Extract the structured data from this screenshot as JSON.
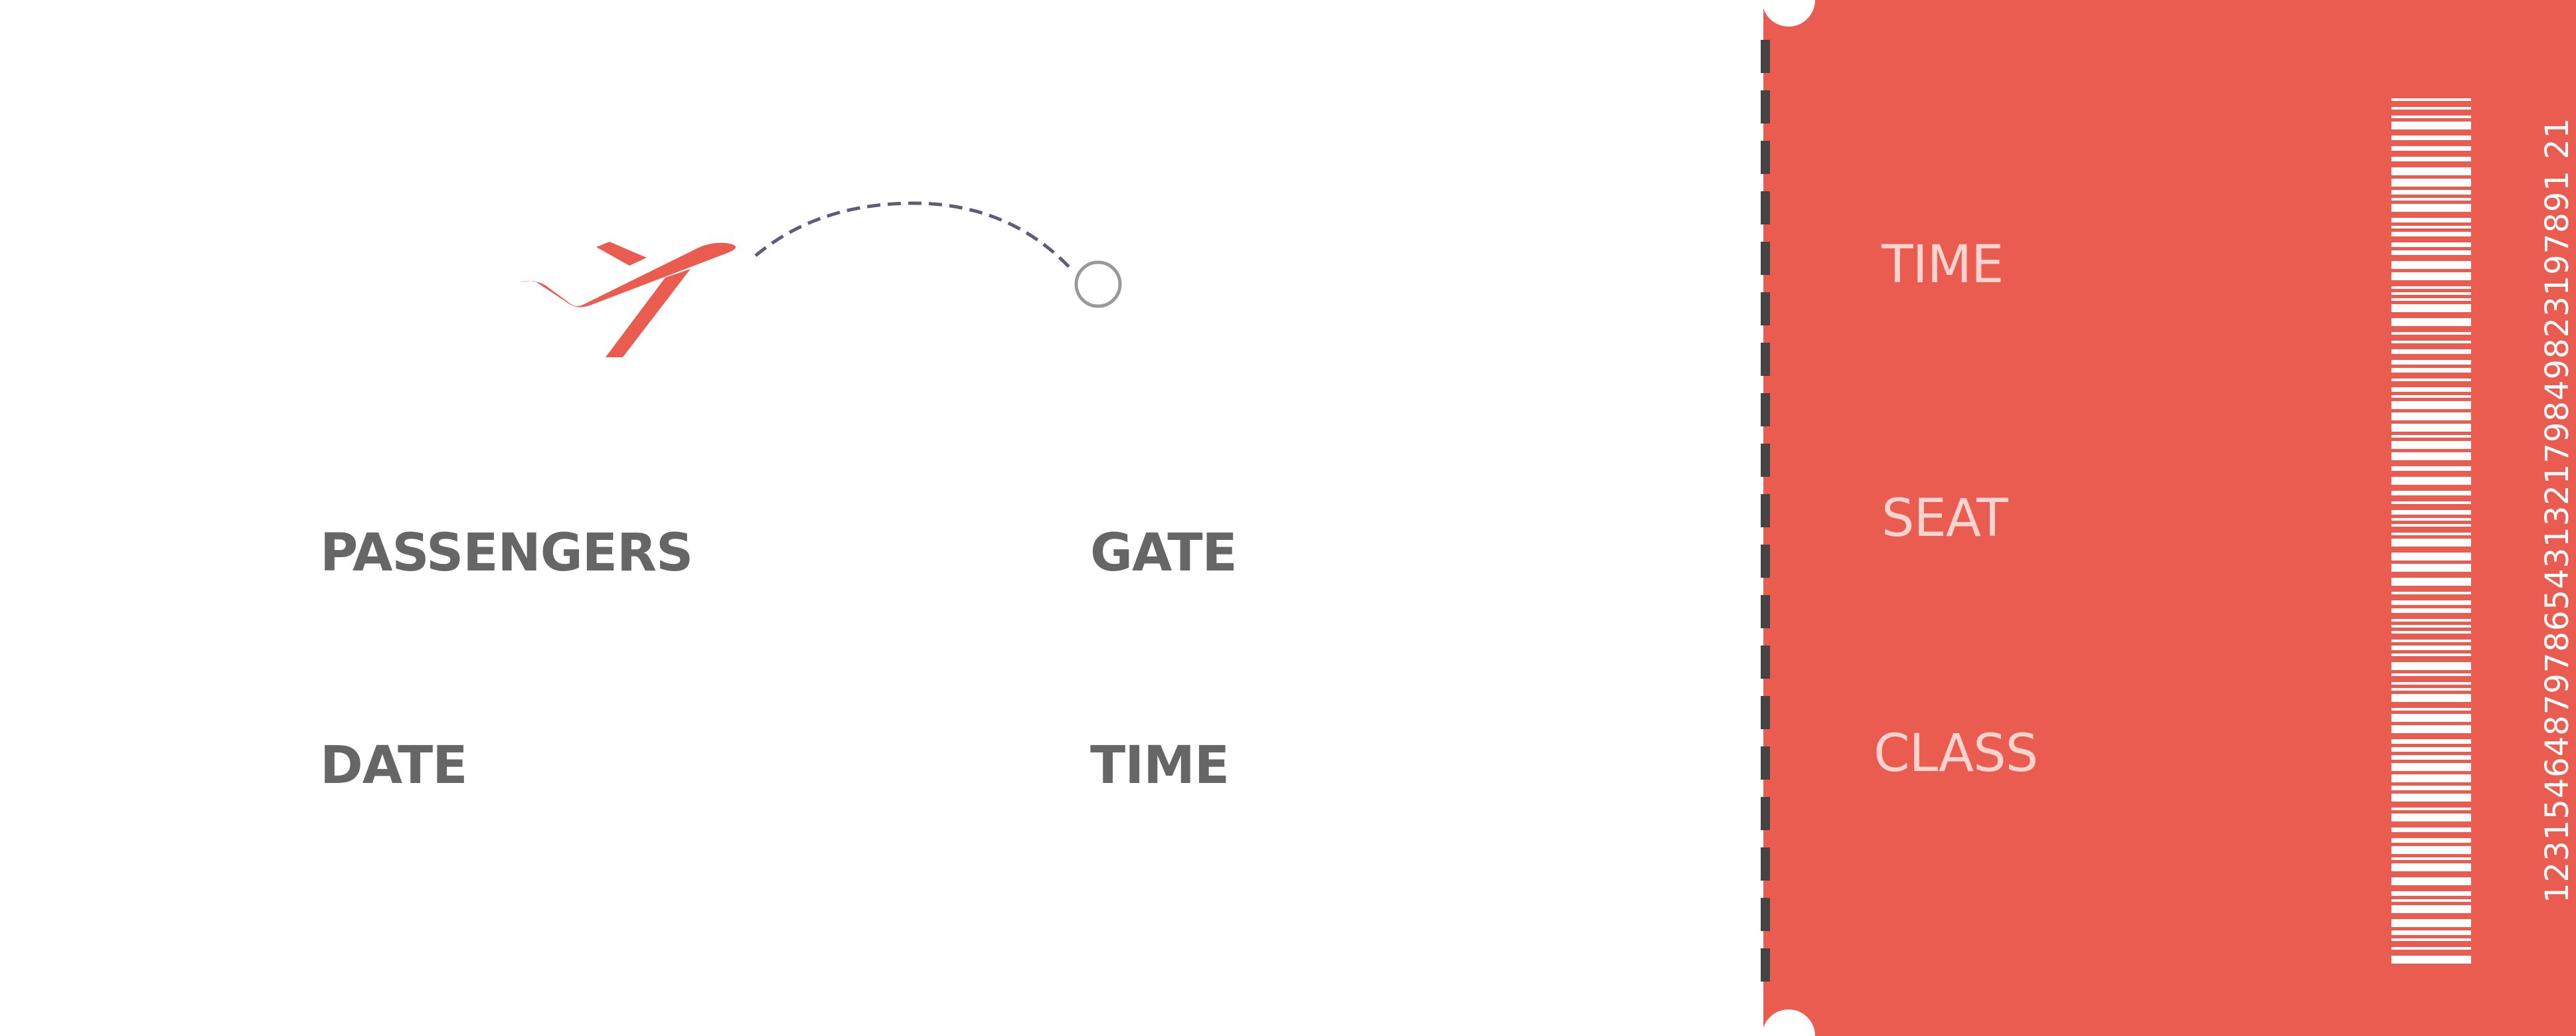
{
  "colors": {
    "accent": "#ea5b50",
    "main_background": "#ffffff",
    "label_dark": "#666666",
    "label_light": "#fbd3cf",
    "perforation": "#444444",
    "route_line": "#5d5d78",
    "destination_marker": "#999999"
  },
  "icons": {
    "plane": "airplane-takeoff-icon",
    "destination": "circle-destination-icon",
    "barcode": "barcode-icon"
  },
  "main": {
    "passengers_label": "PASSENGERS",
    "gate_label": "GATE",
    "date_label": "DATE",
    "time_label": "TIME"
  },
  "stub": {
    "time_label": "TIME",
    "seat_label": "SEAT",
    "class_label": "CLASS",
    "barcode_number": "12315464879786543132179849823197891 21"
  }
}
